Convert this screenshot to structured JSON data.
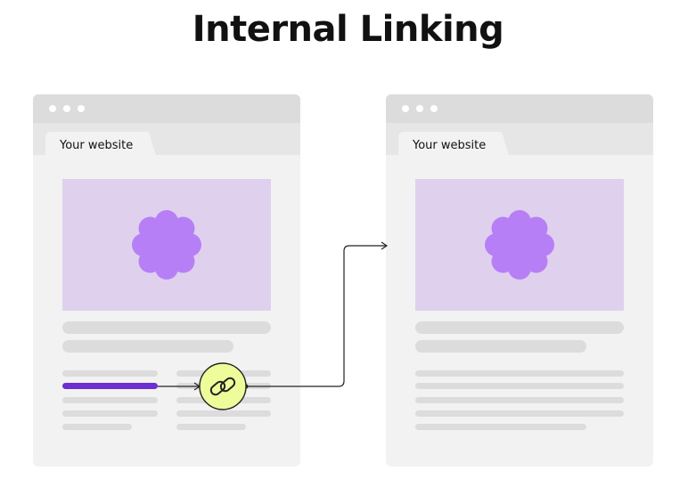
{
  "title": "Internal Linking",
  "windows": [
    {
      "tab_label": "Your website"
    },
    {
      "tab_label": "Your website"
    }
  ],
  "colors": {
    "hero_bg": "#dfd1ee",
    "flower": "#b77ff5",
    "link_highlight": "#6d2fd0",
    "link_circle": "#eefc9a",
    "placeholder": "#dcdcdc"
  },
  "icons": [
    "chain-link-icon",
    "flower-icon"
  ]
}
